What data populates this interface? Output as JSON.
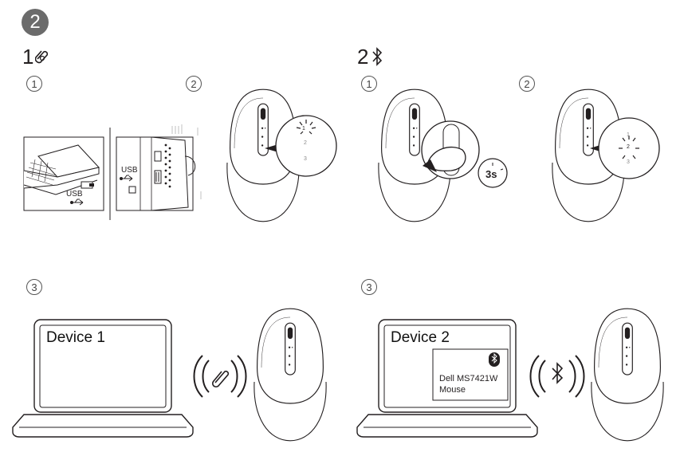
{
  "step_number": "2",
  "sections": {
    "receiver": {
      "number": "1",
      "substeps": [
        "1",
        "2",
        "3"
      ],
      "usb_label_laptop": "USB",
      "usb_label_desktop": "USB",
      "channel_icon": "receiver-link-icon",
      "popup_channels": [
        "1",
        "2",
        "3"
      ],
      "device_screen_title": "Device 1"
    },
    "bluetooth": {
      "number": "2",
      "substeps": [
        "1",
        "2",
        "3"
      ],
      "hold_time": "3s",
      "channel_icon": "bluetooth-icon",
      "popup_channels": [
        "1",
        "2",
        "3"
      ],
      "device_screen_title": "Device 2",
      "pair_dialog_name": "Dell MS7421W",
      "pair_dialog_type": "Mouse"
    }
  },
  "colors": {
    "badge": "#6b6b6b",
    "line": "#231f20"
  }
}
